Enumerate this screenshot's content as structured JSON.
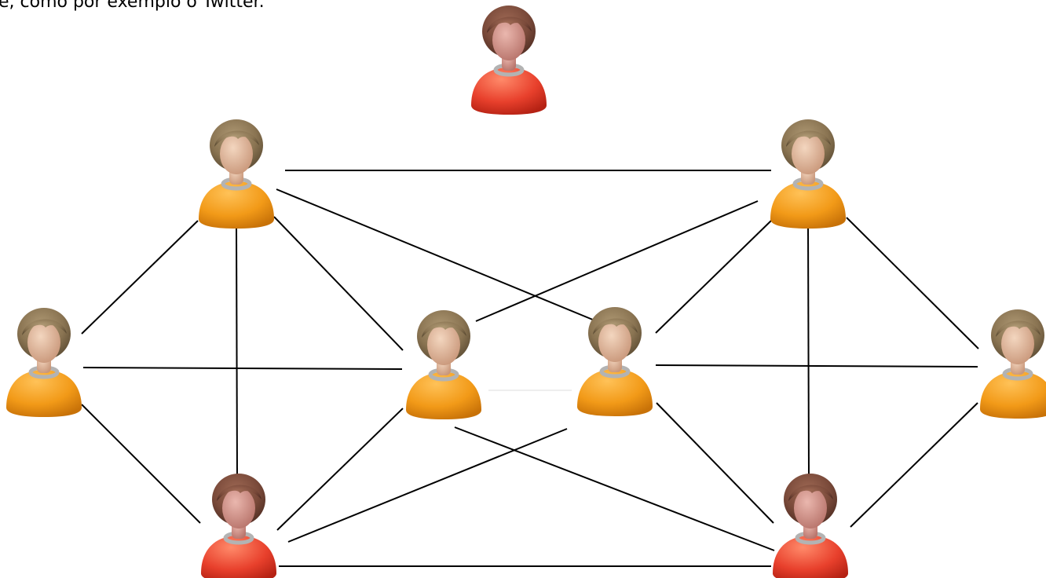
{
  "caption": "e, como por exemplo o Twitter.",
  "colors": {
    "orange_shirt": "#f29a18",
    "red_shirt": "#e8402c",
    "light_skin": "#e3b899",
    "pink_skin": "#d79a92",
    "brown_hair": "#8a7452",
    "auburn_hair": "#7a4a3a",
    "edge": "#000000",
    "collar": "#b3b3b3"
  },
  "nodes": [
    {
      "id": "top-center",
      "variant": "red"
    },
    {
      "id": "upper-left",
      "variant": "orange"
    },
    {
      "id": "upper-right",
      "variant": "orange"
    },
    {
      "id": "middle-far-left",
      "variant": "orange"
    },
    {
      "id": "middle-center-left",
      "variant": "orange"
    },
    {
      "id": "middle-center-right",
      "variant": "orange"
    },
    {
      "id": "middle-far-right",
      "variant": "orange"
    },
    {
      "id": "lower-left",
      "variant": "red"
    },
    {
      "id": "lower-right",
      "variant": "red"
    }
  ],
  "edges": [
    [
      "upper-left",
      "upper-right"
    ],
    [
      "upper-left",
      "middle-center-right"
    ],
    [
      "upper-left",
      "middle-far-left"
    ],
    [
      "upper-left",
      "lower-left"
    ],
    [
      "upper-left",
      "middle-center-left"
    ],
    [
      "upper-right",
      "middle-center-left"
    ],
    [
      "upper-right",
      "middle-center-right"
    ],
    [
      "upper-right",
      "lower-right"
    ],
    [
      "upper-right",
      "middle-far-right"
    ],
    [
      "middle-far-left",
      "middle-center-left"
    ],
    [
      "middle-far-left",
      "lower-left"
    ],
    [
      "middle-center-left",
      "lower-left"
    ],
    [
      "middle-center-left",
      "lower-right"
    ],
    [
      "middle-center-right",
      "middle-far-right"
    ],
    [
      "middle-center-right",
      "lower-left"
    ],
    [
      "middle-center-right",
      "lower-right"
    ],
    [
      "middle-far-right",
      "lower-right"
    ],
    [
      "lower-left",
      "lower-right"
    ]
  ]
}
